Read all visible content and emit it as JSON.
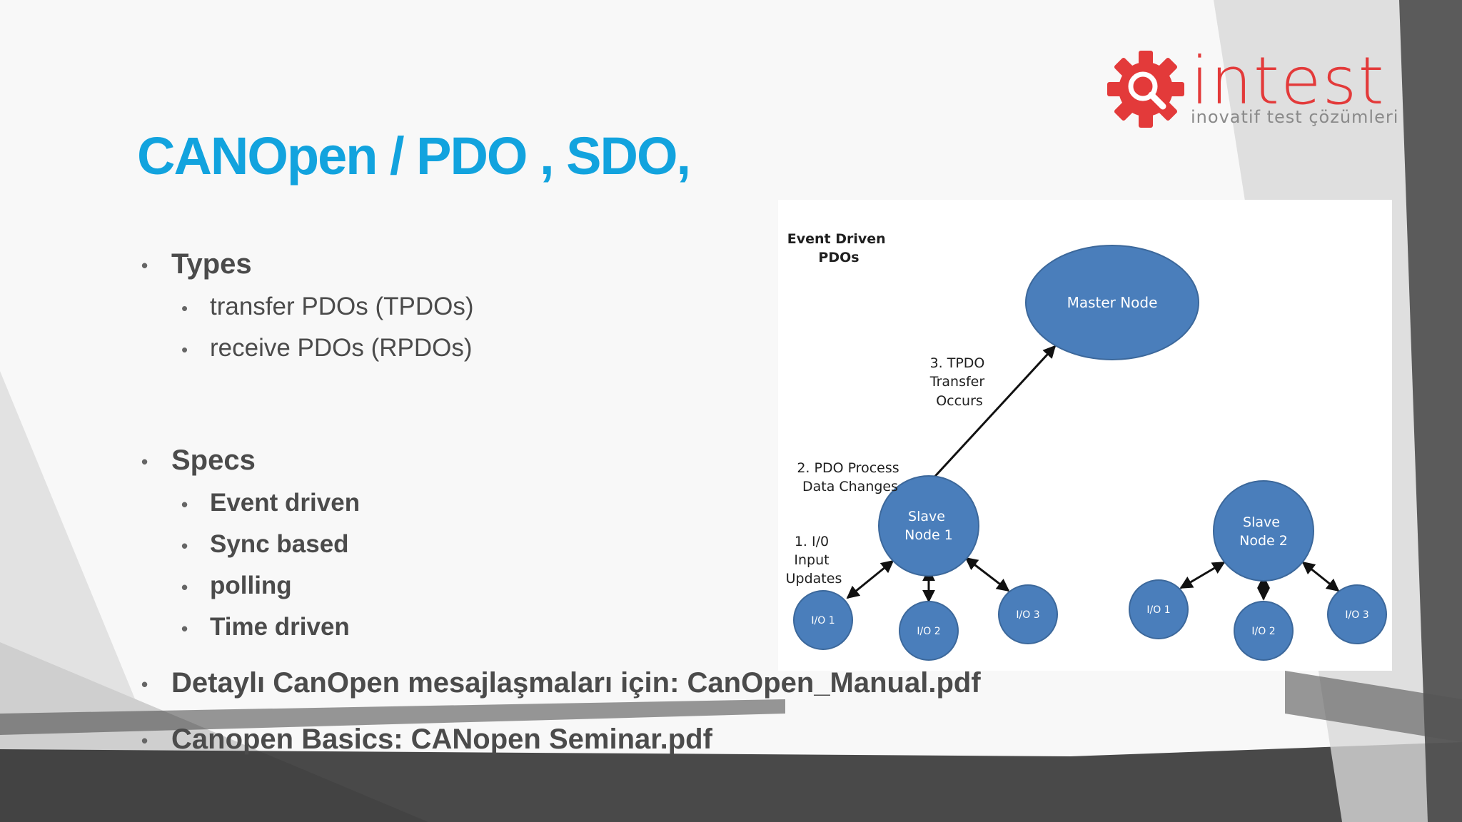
{
  "title": "CANOpen / PDO , SDO,",
  "logo": {
    "word": "intest",
    "tagline": "inovatif test çözümleri",
    "icon": "gear-magnifier-icon",
    "color": "#e33a3a"
  },
  "colors": {
    "title": "#12a3de",
    "node_fill": "#4a7ebb",
    "node_stroke": "#3c689b",
    "text": "#4b4b4b"
  },
  "bullets": {
    "types": {
      "label": "Types",
      "items": [
        "transfer PDOs (TPDOs)",
        "receive PDOs (RPDOs)"
      ]
    },
    "specs": {
      "label": "Specs",
      "items": [
        "Event driven",
        "Sync based",
        "polling",
        "Time driven"
      ]
    },
    "manual": "Detaylı CanOpen mesajlaşmaları için: CanOpen_Manual.pdf",
    "basics": "Canopen Basics: CANopen Seminar.pdf"
  },
  "diagram": {
    "heading": [
      "Event Driven",
      "PDOs"
    ],
    "nodes": {
      "master": "Master Node",
      "slave1": [
        "Slave",
        "Node 1"
      ],
      "slave2": [
        "Slave",
        "Node 2"
      ],
      "io_left": [
        "I/O 1",
        "I/O 2",
        "I/O 3"
      ],
      "io_right": [
        "I/O 1",
        "I/O 2",
        "I/O 3"
      ]
    },
    "steps": {
      "step1": [
        "1. I/0",
        "Input",
        "Updates"
      ],
      "step2": [
        "2. PDO Process",
        "Data Changes"
      ],
      "step3": [
        "3. TPDO",
        "Transfer",
        "Occurs"
      ]
    }
  }
}
